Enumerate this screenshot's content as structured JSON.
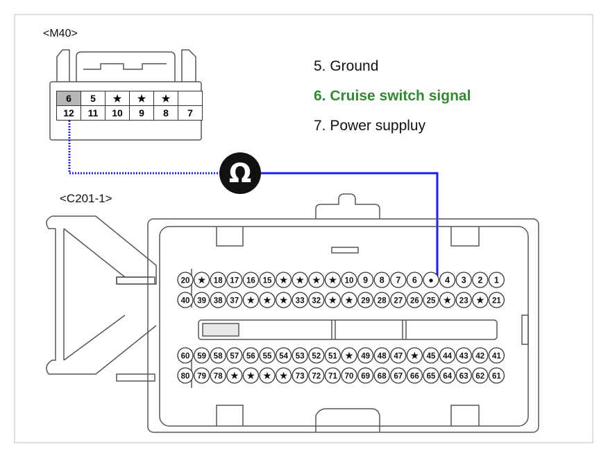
{
  "connectors": {
    "m40_label": "<M40>",
    "c201_label": "<C201-1>"
  },
  "legend": {
    "item_5": "5. Ground",
    "item_6": "6. Cruise switch signal",
    "item_7": "7. Power suppluy"
  },
  "meter": {
    "symbol": "Ω",
    "icon": "ohmmeter-icon"
  },
  "m40_pins": {
    "row1": [
      "6",
      "5",
      "★",
      "★",
      "★",
      ""
    ],
    "row2": [
      "12",
      "11",
      "10",
      "9",
      "8",
      "7"
    ],
    "selected": "6"
  },
  "c201_pins": {
    "row1": [
      "20",
      "★",
      "18",
      "17",
      "16",
      "15",
      "★",
      "★",
      "★",
      "★",
      "10",
      "9",
      "8",
      "7",
      "6",
      "●",
      "4",
      "3",
      "2",
      "1"
    ],
    "row2": [
      "40",
      "39",
      "38",
      "37",
      "★",
      "★",
      "★",
      "33",
      "32",
      "★",
      "★",
      "29",
      "28",
      "27",
      "26",
      "25",
      "★",
      "23",
      "★",
      "21"
    ],
    "row3": [
      "60",
      "59",
      "58",
      "57",
      "56",
      "55",
      "54",
      "53",
      "52",
      "51",
      "★",
      "49",
      "48",
      "47",
      "★",
      "45",
      "44",
      "43",
      "42",
      "41"
    ],
    "row4": [
      "80",
      "79",
      "78",
      "★",
      "★",
      "★",
      "★",
      "73",
      "72",
      "71",
      "70",
      "69",
      "68",
      "67",
      "66",
      "65",
      "64",
      "63",
      "62",
      "61"
    ]
  },
  "colors": {
    "wire": "#1a1aff",
    "highlight": "#2e8b2e",
    "pin_selected": "#b7b7b7"
  }
}
